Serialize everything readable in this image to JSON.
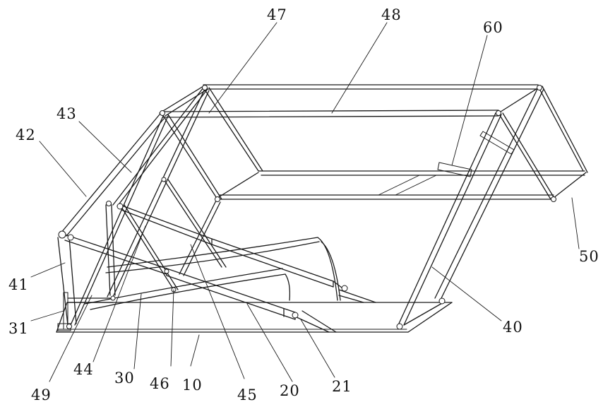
{
  "labels": {
    "l47": "47",
    "l48": "48",
    "l60": "60",
    "l43": "43",
    "l42": "42",
    "l41": "41",
    "l31": "31",
    "l49": "49",
    "l44": "44",
    "l30": "30",
    "l46": "46",
    "l10": "10",
    "l45": "45",
    "l20": "20",
    "l21": "21",
    "l40": "40",
    "l50": "50"
  }
}
